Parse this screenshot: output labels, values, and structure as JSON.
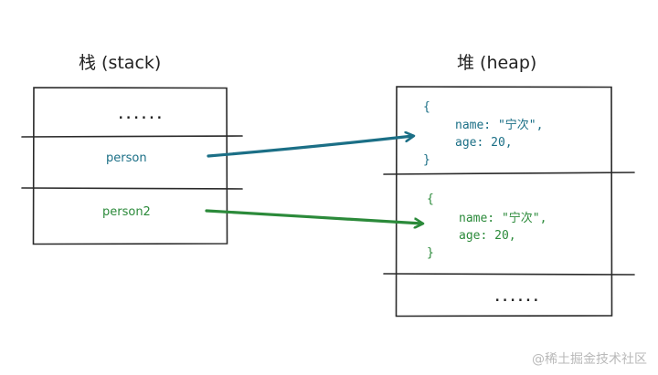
{
  "stack": {
    "title": "栈 (stack)",
    "cells": [
      {
        "text": "......"
      },
      {
        "text": "person"
      },
      {
        "text": "person2"
      }
    ]
  },
  "heap": {
    "title": "堆 (heap)",
    "objects": [
      {
        "open": "{",
        "line1": "name: \"宁次\",",
        "line2": "age: 20,",
        "close": "}"
      },
      {
        "open": "{",
        "line1": "name: \"宁次\",",
        "line2": "age: 20,",
        "close": "}"
      }
    ],
    "bottom_cell": "......"
  },
  "colors": {
    "person": "#1b6f86",
    "person2": "#2b8a3a",
    "outline": "#2a2a2a"
  },
  "watermark": "@稀土掘金技术社区"
}
